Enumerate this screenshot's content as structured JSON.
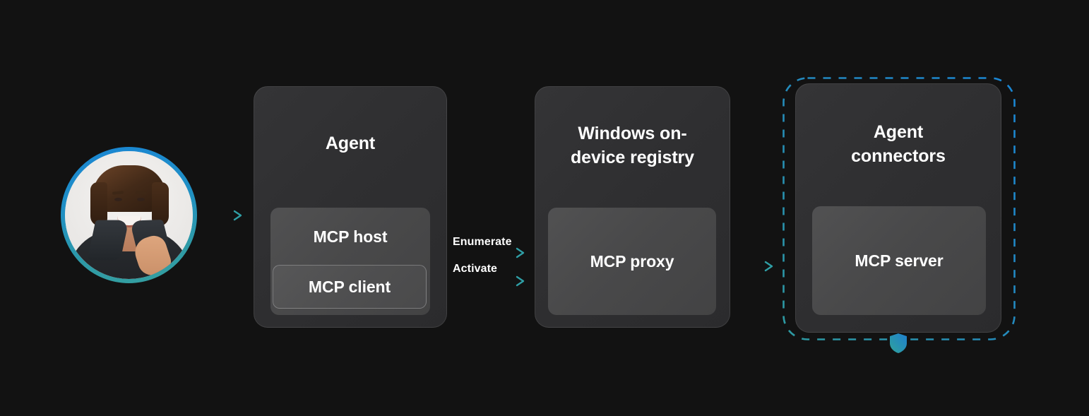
{
  "diagram": {
    "title": "MCP on Windows architecture flow",
    "background_color": "#121212",
    "accent_blue": "#1a86d4",
    "accent_teal": "#2fa0a0"
  },
  "actor": {
    "name": "user-avatar",
    "alt": "Smiling person portrait"
  },
  "arrows": {
    "user_to_agent": {
      "name": "arrow-user-to-agent",
      "label": ""
    },
    "enumerate": {
      "name": "arrow-enumerate",
      "label": "Enumerate"
    },
    "activate": {
      "name": "arrow-activate",
      "label": "Activate"
    },
    "registry_to_connectors": {
      "name": "arrow-registry-to-connectors",
      "label": ""
    }
  },
  "nodes": {
    "agent": {
      "title": "Agent",
      "inner": {
        "label": "MCP host",
        "nested": {
          "label": "MCP client"
        }
      }
    },
    "registry": {
      "title": "Windows on-device registry",
      "title_line1": "Windows on-",
      "title_line2": "device registry",
      "inner": {
        "label": "MCP proxy"
      }
    },
    "connectors": {
      "title": "Agent connectors",
      "title_line1": "Agent",
      "title_line2": "connectors",
      "inner": {
        "label": "MCP server"
      },
      "boundary": {
        "style": "dashed",
        "color_start": "#2e9aa0",
        "color_end": "#1a86d4",
        "badge": "shield-icon"
      }
    }
  }
}
